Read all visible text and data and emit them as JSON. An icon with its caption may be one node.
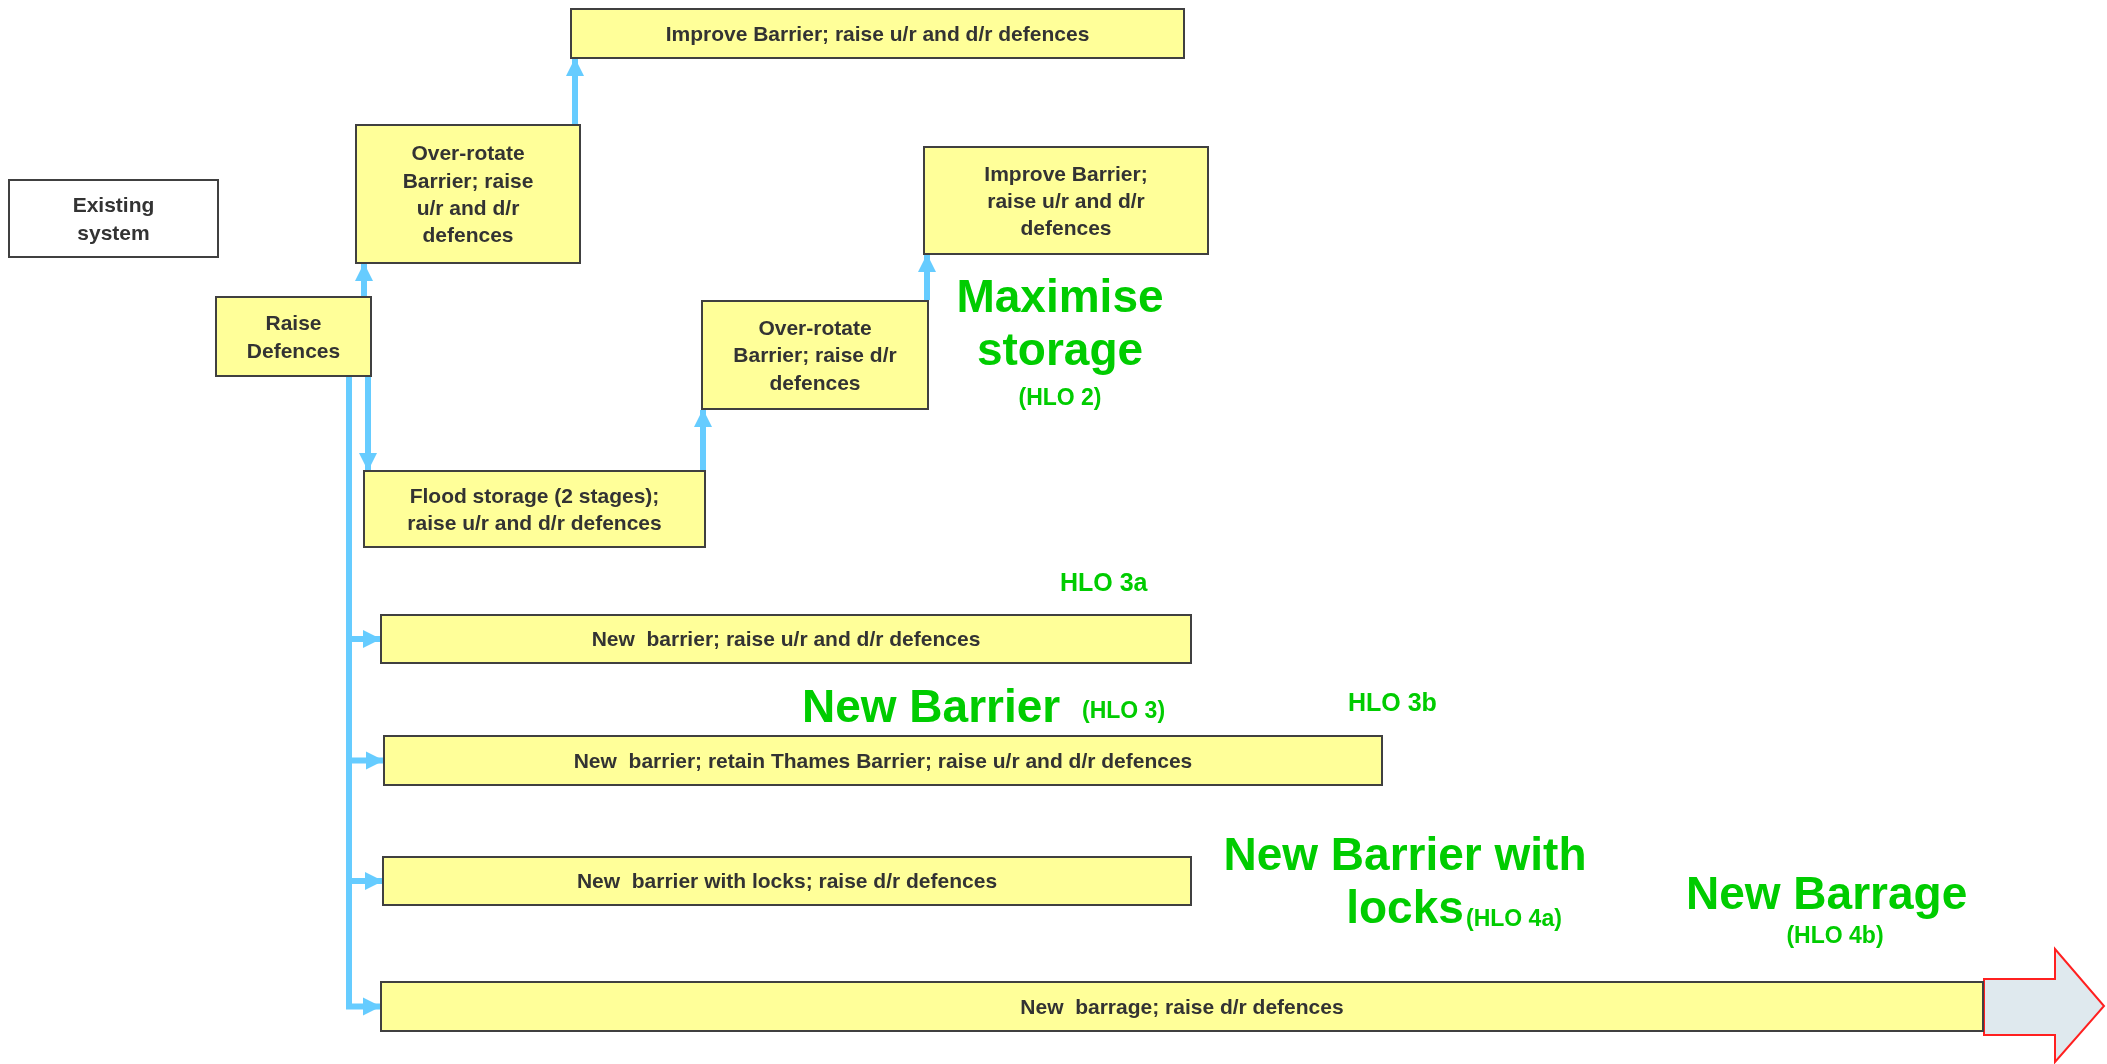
{
  "diagram": {
    "nodes": [
      {
        "text": [
          "Existing system"
        ]
      },
      {
        "text": [
          "Raise Defences"
        ]
      },
      {
        "text": [
          "Over-rotate Barrier; raise u/r and d/r defences"
        ]
      },
      {
        "text": [
          "Improve Barrier; raise u/r and d/r defences"
        ]
      },
      {
        "text": [
          "Flood storage (2 stages); raise u/r and d/r defences"
        ]
      },
      {
        "text": [
          "Over-rotate Barrier; raise d/r defences"
        ]
      },
      {
        "text": [
          "Improve Barrier; raise u/r and d/r defences"
        ]
      },
      {
        "text": [
          "New  barrier; raise u/r and d/r defences"
        ]
      },
      {
        "text": [
          "New  barrier; retain Thames Barrier; raise u/r and d/r defences"
        ]
      },
      {
        "text": [
          "New  barrier with locks; raise d/r defences"
        ]
      },
      {
        "text": [
          "New  barrage; raise d/r defences"
        ]
      }
    ],
    "edges": [
      {
        "from": 1,
        "to": 2,
        "arrow": "to"
      },
      {
        "from": 2,
        "to": 3,
        "arrow": "to"
      },
      {
        "from": 1,
        "to": 4,
        "arrow": "to"
      },
      {
        "from": 4,
        "to": 5,
        "arrow": "to"
      },
      {
        "from": 5,
        "to": 6,
        "arrow": "to"
      },
      {
        "from": 1,
        "to": 7,
        "arrow": "to"
      },
      {
        "from": 1,
        "to": 8,
        "arrow": "to"
      },
      {
        "from": 1,
        "to": 9,
        "arrow": "to"
      },
      {
        "from": 1,
        "to": 10,
        "arrow": "to"
      }
    ],
    "labels": [
      "Maximise storage",
      "(HLO 2)",
      "HLO 3a",
      "New Barrier",
      "(HLO 3)",
      "HLO 3b",
      "New Barrier with locks",
      "(HLO 4a)",
      "New Barrage",
      "(HLO 4b)"
    ]
  }
}
